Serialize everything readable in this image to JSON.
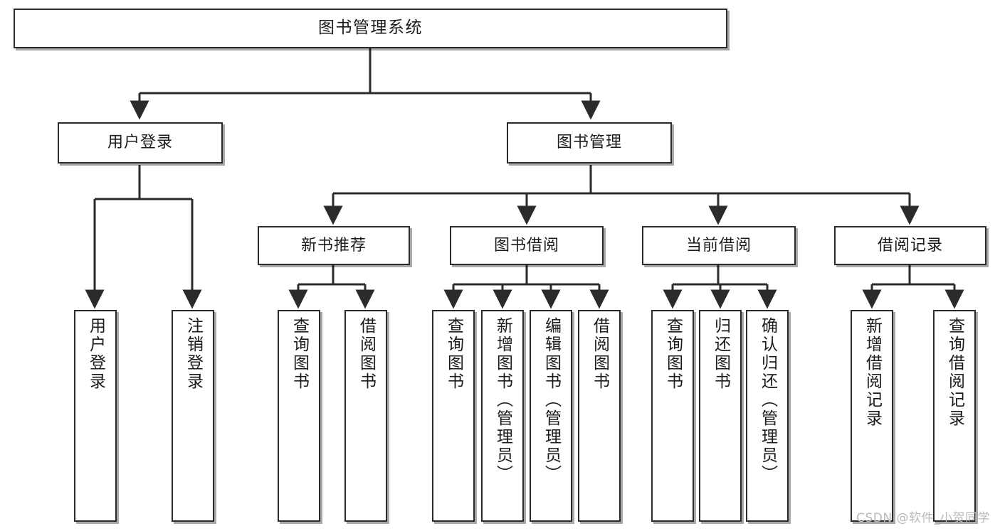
{
  "diagram": {
    "title": "图书管理系统",
    "type": "tree",
    "watermark": "CSDN @软件_小贺同学",
    "colors": {
      "node_border": "#2b2b2b",
      "node_fill": "#ffffff",
      "connector": "#2b2b2b",
      "watermark": "#b9b9b9",
      "background": "#ffffff"
    },
    "nodes": {
      "root": {
        "label": "图书管理系统"
      },
      "level1": [
        {
          "id": "user-login",
          "label": "用户登录"
        },
        {
          "id": "book-manage",
          "label": "图书管理"
        }
      ],
      "level2": [
        {
          "id": "new-book-recommend",
          "label": "新书推荐"
        },
        {
          "id": "book-borrow",
          "label": "图书借阅"
        },
        {
          "id": "current-borrow",
          "label": "当前借阅"
        },
        {
          "id": "borrow-record",
          "label": "借阅记录"
        }
      ],
      "leaves": {
        "user-login": [
          {
            "id": "leaf-user-login",
            "label": "用户登录"
          },
          {
            "id": "leaf-user-logout",
            "label": "注销登录"
          }
        ],
        "new-book-recommend": [
          {
            "id": "leaf-query-book-1",
            "label": "查询图书"
          },
          {
            "id": "leaf-borrow-book-1",
            "label": "借阅图书"
          }
        ],
        "book-borrow": [
          {
            "id": "leaf-query-book-2",
            "label": "查询图书"
          },
          {
            "id": "leaf-add-book",
            "label": "新增图书（管理员）"
          },
          {
            "id": "leaf-edit-book",
            "label": "编辑图书（管理员）"
          },
          {
            "id": "leaf-borrow-book-2",
            "label": "借阅图书"
          }
        ],
        "current-borrow": [
          {
            "id": "leaf-query-book-3",
            "label": "查询图书"
          },
          {
            "id": "leaf-return-book",
            "label": "归还图书"
          },
          {
            "id": "leaf-confirm-return",
            "label": "确认归还（管理员）"
          }
        ],
        "borrow-record": [
          {
            "id": "leaf-add-record",
            "label": "新增借阅记录"
          },
          {
            "id": "leaf-query-record",
            "label": "查询借阅记录"
          }
        ]
      }
    }
  }
}
